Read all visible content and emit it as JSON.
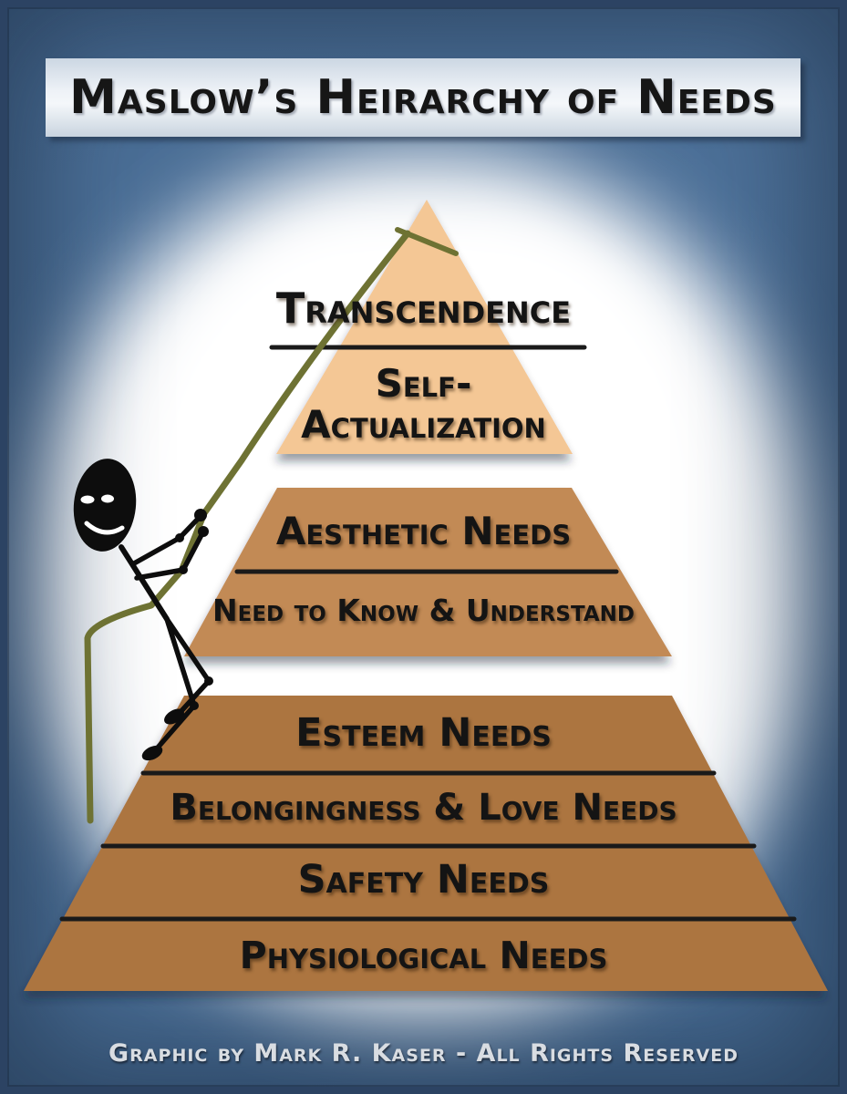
{
  "poster": {
    "title": "Maslow’s Heirarchy of Needs",
    "footer_credit": "Graphic by Mark R. Kaser - All Rights Reserved"
  },
  "pyramid": {
    "tiers": [
      {
        "id": "transcendence",
        "label": "Transcendence"
      },
      {
        "id": "self-actualization",
        "label": "Self-Actualization",
        "label_line1": "Self-",
        "label_line2": "Actualization"
      },
      {
        "id": "aesthetic-needs",
        "label": "Aesthetic Needs"
      },
      {
        "id": "know-understand",
        "label": "Need to Know & Understand"
      },
      {
        "id": "esteem-needs",
        "label": "Esteem Needs"
      },
      {
        "id": "belongingness-love",
        "label": "Belongingness & Love Needs"
      },
      {
        "id": "safety-needs",
        "label": "Safety Needs"
      },
      {
        "id": "physiological-needs",
        "label": "Physiological Needs"
      }
    ]
  },
  "icons": {
    "climber": "stick-figure-climber-icon",
    "rope": "climbing-rope-icon"
  },
  "colors": {
    "background_blue": "#4A6E96",
    "border_navy": "#2C4363",
    "tier_top_peach": "#F4C795",
    "tier_mid_brown": "#C28A55",
    "tier_bottom_brown": "#AC753F",
    "divider_black": "#1A1A1A",
    "rope_olive": "#6E7233",
    "figure_black": "#0D0D0D",
    "title_text": "#161616",
    "footer_text": "#D9DDE2"
  }
}
